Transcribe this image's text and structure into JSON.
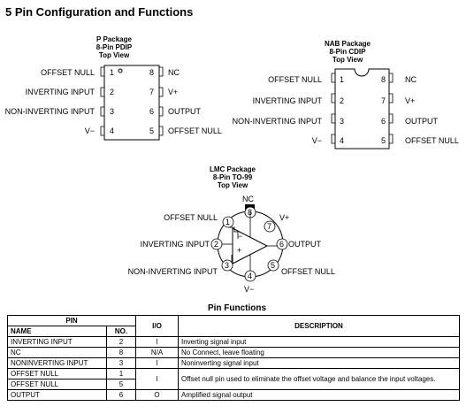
{
  "section_title": "5  Pin Configuration and Functions",
  "p_package": {
    "title_lines": [
      "P Package",
      "8-Pin PDIP",
      "Top View"
    ],
    "left_pins": [
      {
        "num": "1",
        "label": "OFFSET NULL"
      },
      {
        "num": "2",
        "label": "INVERTING INPUT"
      },
      {
        "num": "3",
        "label": "NON-INVERTING INPUT"
      },
      {
        "num": "4",
        "label": "V−"
      }
    ],
    "right_pins": [
      {
        "num": "8",
        "label": "NC"
      },
      {
        "num": "7",
        "label": "V+"
      },
      {
        "num": "6",
        "label": "OUTPUT"
      },
      {
        "num": "5",
        "label": "OFFSET NULL"
      }
    ]
  },
  "nab_package": {
    "title_lines": [
      "NAB Package",
      "8-Pin CDIP",
      "Top View"
    ],
    "left_pins": [
      {
        "num": "1",
        "label": "OFFSET NULL"
      },
      {
        "num": "2",
        "label": "INVERTING INPUT"
      },
      {
        "num": "3",
        "label": "NON-INVERTING INPUT"
      },
      {
        "num": "4",
        "label": "V−"
      }
    ],
    "right_pins": [
      {
        "num": "8",
        "label": "NC"
      },
      {
        "num": "7",
        "label": "V+"
      },
      {
        "num": "6",
        "label": "OUTPUT"
      },
      {
        "num": "5",
        "label": "OFFSET NULL"
      }
    ]
  },
  "lmc_package": {
    "title_lines": [
      "LMC Package",
      "8-Pin TO-99",
      "Top View"
    ],
    "labels": {
      "nc": "NC",
      "offset_null_1": "OFFSET NULL",
      "v_plus": "V+",
      "inverting": "INVERTING INPUT",
      "output": "OUTPUT",
      "non_inverting": "NON-INVERTING INPUT",
      "offset_null_5": "OFFSET NULL",
      "v_minus": "V−",
      "minus_sign": "−",
      "plus_sign": "+"
    },
    "pin_numbers": [
      "1",
      "2",
      "3",
      "4",
      "5",
      "6",
      "7",
      "8"
    ]
  },
  "pin_functions": {
    "title": "Pin Functions",
    "headers": {
      "pin": "PIN",
      "name": "NAME",
      "no": "NO.",
      "io": "I/O",
      "description": "DESCRIPTION"
    },
    "rows": [
      {
        "name": "INVERTING INPUT",
        "no": "2",
        "io": "I",
        "description": "Inverting signal input"
      },
      {
        "name": "NC",
        "no": "8",
        "io": "N/A",
        "description": "No Connect, leave floating"
      },
      {
        "name": "NONINVERTING INPUT",
        "no": "3",
        "io": "I",
        "description": "Noninverting signal input"
      },
      {
        "name": "OFFSET NULL",
        "no": "1",
        "io": "I",
        "description": "Offset null pin used to eliminate the offset voltage and balance the input voltages."
      },
      {
        "name": "OFFSET NULL",
        "no": "5",
        "io": "",
        "description": ""
      },
      {
        "name": "OUTPUT",
        "no": "6",
        "io": "O",
        "description": "Amplified signal output"
      }
    ]
  }
}
